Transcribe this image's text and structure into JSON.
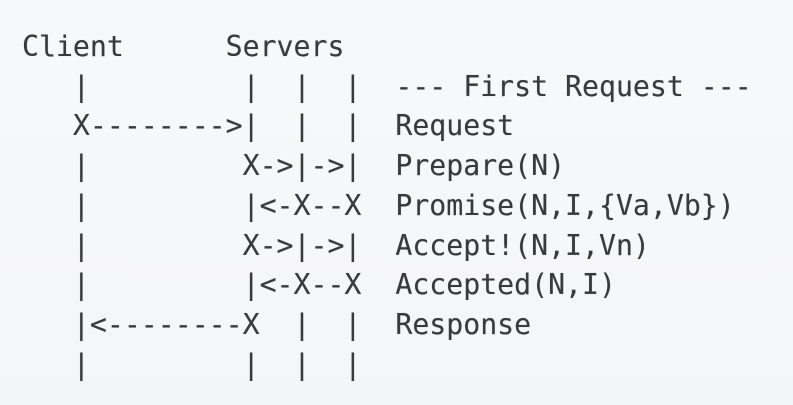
{
  "colors": {
    "background": "#f6f7f9",
    "text": "#3a3a3c"
  },
  "diagram": {
    "participants": [
      "Client",
      "Servers"
    ],
    "phase_label": "--- First Request ---",
    "steps": [
      "Request",
      "Prepare(N)",
      "Promise(N,I,{Va,Vb})",
      "Accept!(N,I,Vn)",
      "Accepted(N,I)",
      "Response"
    ],
    "lines": [
      "Client      Servers",
      "   |         |  |  |  --- First Request ---",
      "   X-------->|  |  |  Request",
      "   |         X->|->|  Prepare(N)",
      "   |         |<-X--X  Promise(N,I,{Va,Vb})",
      "   |         X->|->|  Accept!(N,I,Vn)",
      "   |         |<-X--X  Accepted(N,I)",
      "   |<--------X  |  |  Response",
      "   |         |  |  |"
    ]
  }
}
